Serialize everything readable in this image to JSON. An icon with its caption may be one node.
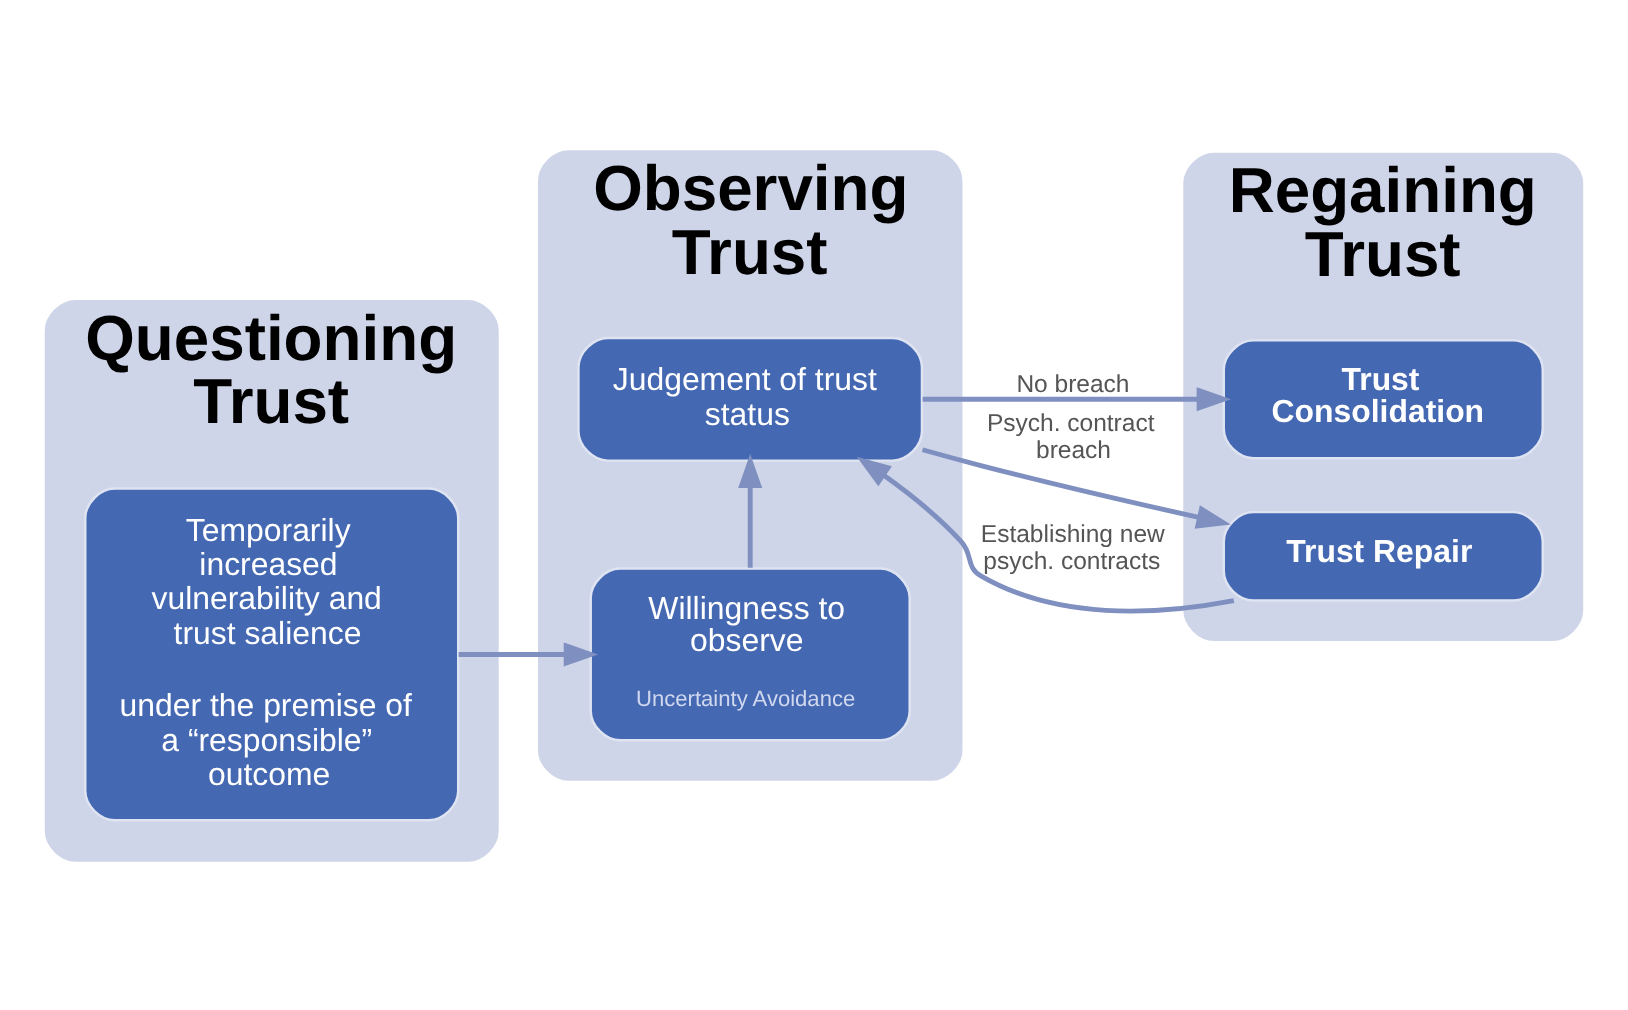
{
  "diagram": {
    "nodes": [
      {
        "text": [
          "Questioning Trust"
        ]
      },
      {
        "text": [
          "Temporarily increased vulnerability and trust salience",
          "under the premise of a “responsible” outcome"
        ],
        "in": 0
      },
      {
        "text": [
          "Observing Trust"
        ]
      },
      {
        "text": [
          "Willingness to observe",
          "Uncertainty Avoidance"
        ],
        "in": 2
      },
      {
        "text": [
          "Judgement of trust status"
        ],
        "in": 2
      },
      {
        "text": [
          "Regaining Trust"
        ]
      },
      {
        "text": [
          "Trust Consolidation"
        ],
        "in": 5
      },
      {
        "text": [
          "Trust Repair"
        ],
        "in": 5
      }
    ],
    "edges": [
      {
        "from": 1,
        "to": 3,
        "arrow": "to"
      },
      {
        "from": 3,
        "to": 4,
        "arrow": "to"
      },
      {
        "from": 4,
        "to": 6,
        "arrow": "to",
        "label": "No breach"
      },
      {
        "from": 4,
        "to": 7,
        "arrow": "to",
        "label": "Psych. contract breach"
      },
      {
        "from": 7,
        "to": 4,
        "arrow": "to",
        "label": "Establishing new psych. contracts"
      }
    ]
  }
}
